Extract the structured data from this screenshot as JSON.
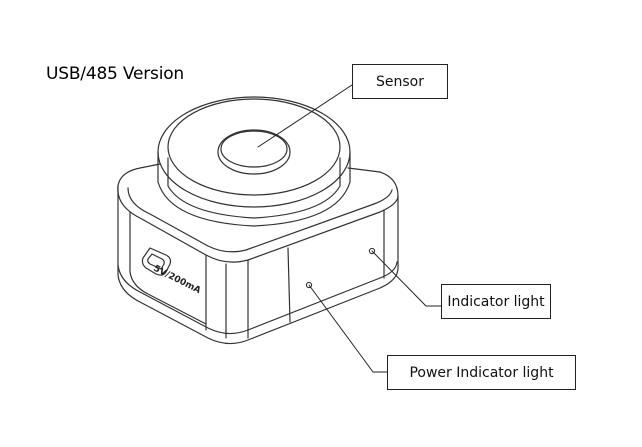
{
  "title": "USB/485 Version",
  "callouts": {
    "sensor": "Sensor",
    "indicator_light": "Indicator light",
    "power_indicator_light": "Power Indicator light"
  },
  "device_label": "5V/200mA",
  "line_color": "#333333"
}
